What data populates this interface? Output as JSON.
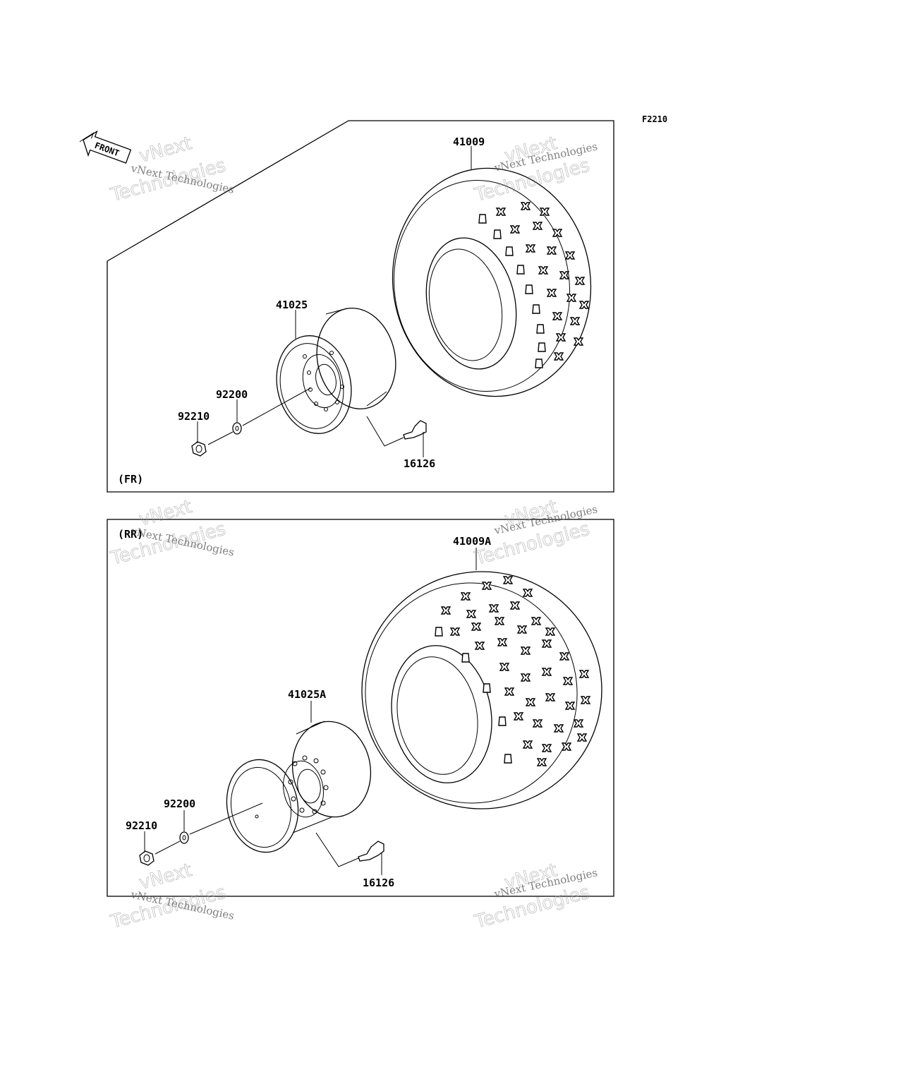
{
  "figure_code": "F2210",
  "front_marker": "FRONT",
  "watermark": {
    "line1": "vNext Technologies",
    "line2": "Technologies",
    "line3": "vNext"
  },
  "front_section": {
    "tag": "(FR)",
    "parts": {
      "tire": "41009",
      "wheel": "41025",
      "washer": "92200",
      "nut": "92210",
      "valve": "16126"
    }
  },
  "rear_section": {
    "tag": "(RR)",
    "parts": {
      "tire": "41009A",
      "wheel": "41025A",
      "washer": "92200",
      "nut": "92210",
      "valve": "16126"
    }
  }
}
